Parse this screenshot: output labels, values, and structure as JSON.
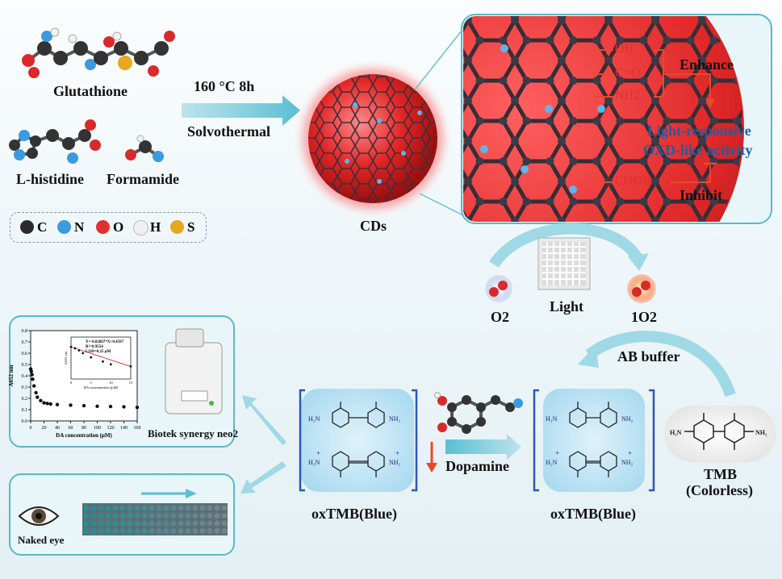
{
  "synthesis": {
    "precursor_1": "Glutathione",
    "precursor_2": "L-histidine",
    "precursor_3": "Formamide",
    "condition": "160 °C 8h",
    "method": "Solvothermal",
    "product": "CDs"
  },
  "legend": [
    {
      "symbol": "C",
      "color": "#2b2b2b"
    },
    {
      "symbol": "N",
      "color": "#3a9be0"
    },
    {
      "symbol": "O",
      "color": "#e03030"
    },
    {
      "symbol": "H",
      "color": "#e8e8e8"
    },
    {
      "symbol": "S",
      "color": "#e6a820"
    }
  ],
  "surface_groups": {
    "oh": "OH",
    "co": "C=O",
    "nh2": "NH2",
    "cooh": "COOH",
    "enhance": "Enhance",
    "inhibit": "Inhibit",
    "activity_line1": "Light-responsive",
    "activity_line2": "OXD-like activity"
  },
  "reaction": {
    "o2": "O2",
    "light": "Light",
    "singlet_o2": "1O2",
    "buffer": "AB buffer",
    "tmb_line1": "TMB",
    "tmb_line2": "(Colorless)",
    "oxtmb_right": "oxTMB(Blue)",
    "oxtmb_left": "oxTMB(Blue)",
    "dopamine": "Dopamine"
  },
  "detection": {
    "instrument": "Biotek synergy neo2",
    "naked_eye": "Naked eye"
  },
  "chart_data": {
    "type": "scatter",
    "xlabel": "DA concentration (μM)",
    "ylabel": "A652 nm",
    "xlim": [
      0,
      160
    ],
    "ylim": [
      0.0,
      0.8
    ],
    "x_ticks": [
      0,
      20,
      40,
      60,
      80,
      100,
      120,
      140,
      160
    ],
    "y_ticks": [
      0.0,
      0.1,
      0.2,
      0.3,
      0.4,
      0.5,
      0.6,
      0.7,
      0.8
    ],
    "series": [
      {
        "x": [
          0,
          1,
          2,
          3,
          5,
          8,
          10,
          15,
          20,
          25,
          30,
          40,
          60,
          80,
          100,
          120,
          140,
          160
        ],
        "y": [
          0.46,
          0.44,
          0.41,
          0.37,
          0.31,
          0.25,
          0.21,
          0.18,
          0.16,
          0.155,
          0.15,
          0.145,
          0.14,
          0.135,
          0.13,
          0.128,
          0.125,
          0.12
        ]
      }
    ],
    "inset": {
      "equation": "Y=-0.02867*X+0.4597",
      "r2": "R²=0.9554",
      "lod": "LOD=0.25 μM",
      "xlabel": "DA concentration (μM)",
      "ylabel": "A652 nm",
      "x_ticks": [
        0,
        5,
        10,
        15
      ],
      "xlim": [
        0,
        15
      ],
      "ylim": [
        0.0,
        0.6
      ],
      "x": [
        0,
        1,
        2,
        3,
        5,
        8,
        10,
        15
      ],
      "y": [
        0.46,
        0.44,
        0.41,
        0.37,
        0.31,
        0.25,
        0.21,
        0.18
      ]
    }
  }
}
